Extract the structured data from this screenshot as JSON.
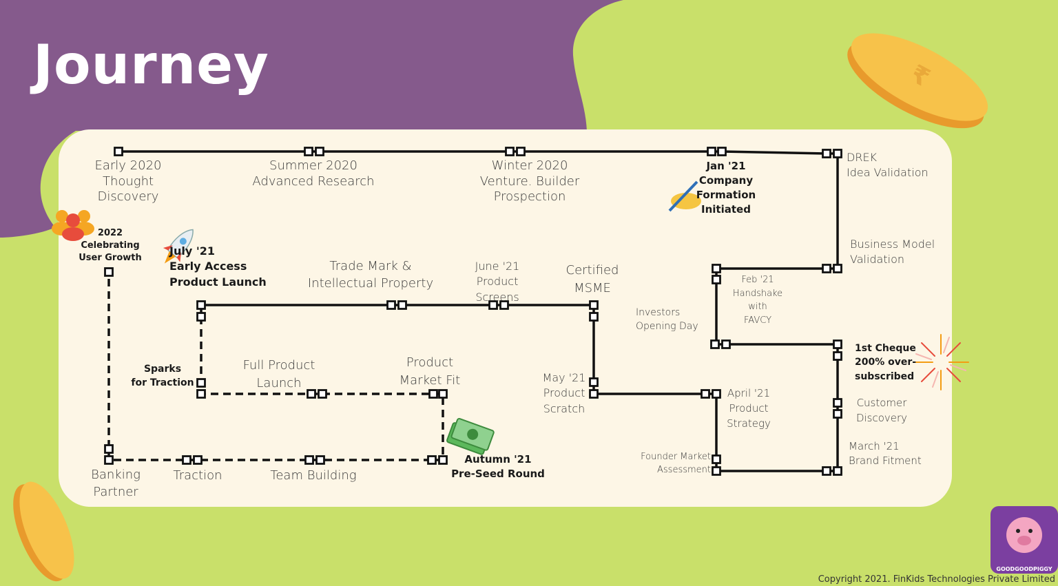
{
  "title": "Journey",
  "copyright": "Copyright 2021. FinKids Technologies Private Limited",
  "brand": {
    "logo_text": "GOODGOODPIGGY"
  },
  "colors": {
    "purple": "#855a8c",
    "green": "#c9e06a",
    "card": "#fdf6e6",
    "line": "#111111",
    "coin": "#f7c24a"
  },
  "milestones": {
    "early_2020": "Early 2020\nThought\nDiscovery",
    "summer_2020": "Summer 2020\nAdvanced Research",
    "winter_2020": "Winter 2020\nVenture. Builder\nProspection",
    "jan_21": "Jan '21\nCompany\nFormation\nInitiated",
    "drek": "DREK\nIdea Validation",
    "business_model": "Business Model\nValidation",
    "feb_21": "Feb '21\nHandshake\nwith\nFAVCY",
    "first_cheque": "1st Cheque\n200% over-\nsubscribed",
    "customer_discovery": "Customer\nDiscovery",
    "march_21": "March '21\nBrand Fitment",
    "founder_market": "Founder Market\nAssessment",
    "april_21": "April '21\nProduct\nStrategy",
    "investors_day": "Investors\nOpening Day",
    "may_21": "May '21\nProduct\nScratch",
    "certified_msme": "Certified\nMSME",
    "june_21": "June '21\nProduct\nScreens",
    "trademark": "Trade Mark &\nIntellectual Property",
    "july_21": "July '21\nEarly Access\nProduct Launch",
    "sparks": "Sparks\nfor Traction",
    "full_launch": "Full Product\nLaunch",
    "pmf": "Product\nMarket Fit",
    "autumn_21": "Autumn '21\nPre-Seed Round",
    "team_building": "Team Building",
    "traction": "Traction",
    "banking": "Banking\nPartner",
    "year_2022": "2022\nCelebrating\nUser Growth"
  }
}
